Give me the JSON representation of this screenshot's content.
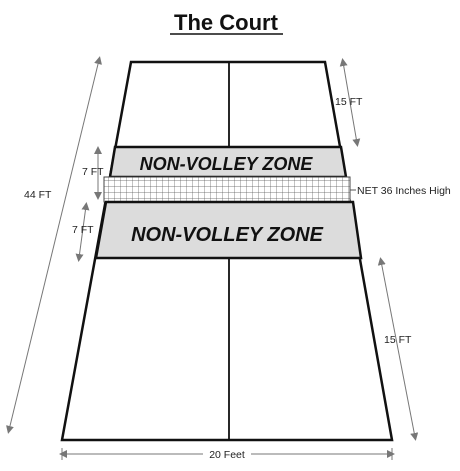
{
  "title": "The Court",
  "zones": {
    "top_label": "NON-VOLLEY ZONE",
    "bottom_label": "NON-VOLLEY ZONE"
  },
  "dimensions": {
    "top_baseline_depth": "15 FT",
    "top_kitchen_depth": "7 FT",
    "bottom_kitchen_depth": "7 FT",
    "total_length": "44 FT",
    "bottom_baseline_depth": "15 FT",
    "width": "20 Feet"
  },
  "net_label": "NET 36 Inches High",
  "colors": {
    "court_line": "#111111",
    "zone_fill": "#dcdcdc",
    "net_grid": "#555555",
    "dimension_line": "#666666"
  }
}
